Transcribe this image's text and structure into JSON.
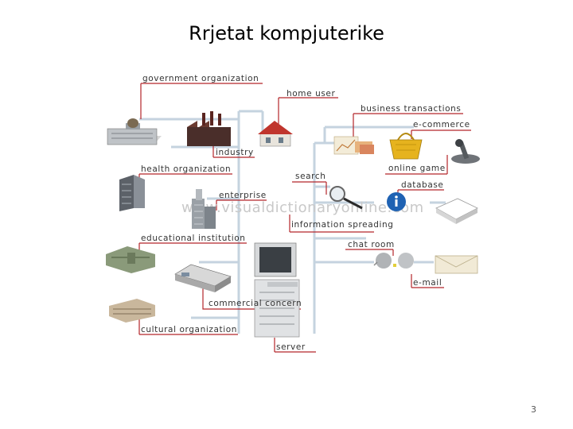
{
  "title": "Rrjetat kompjuterike",
  "page_number": "3",
  "watermark": "www.visualdictionaryonline.com",
  "labels": {
    "government_organization": "government organization",
    "home_user": "home user",
    "business_transactions": "business transactions",
    "e_commerce": "e-commerce",
    "industry": "industry",
    "health_organization": "health organization",
    "search": "search",
    "online_game": "online game",
    "database": "database",
    "enterprise": "enterprise",
    "information_spreading": "information spreading",
    "educational_institution": "educational institution",
    "chat_room": "chat room",
    "e_mail": "e-mail",
    "commercial_concern": "commercial concern",
    "cultural_organization": "cultural organization",
    "server": "server"
  },
  "colors": {
    "label_line": "#b3262a",
    "network_line": "#c5d3df",
    "label_text": "#333333"
  }
}
